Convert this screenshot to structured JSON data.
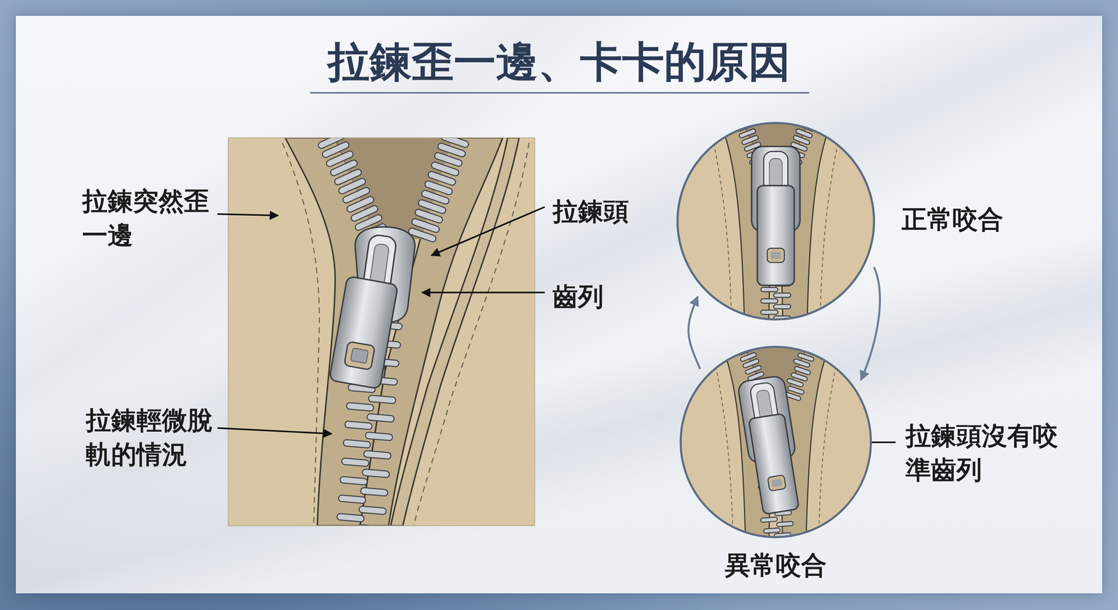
{
  "diagram": {
    "title": "拉鍊歪一邊、卡卡的原因",
    "nodes": [
      {
        "text": [
          "正常咬合"
        ]
      },
      {
        "text": [
          "異常咬合"
        ]
      }
    ],
    "edges": [
      {
        "from": 0,
        "to": 1,
        "arrow": "to"
      },
      {
        "from": 1,
        "to": 0,
        "arrow": "to"
      }
    ],
    "labels": [
      "拉鍊突然歪 一邊",
      "拉鍊頭",
      "齒列",
      "拉鍊輕微脫 軌的情況",
      "拉鍊頭沒有咬 準齒列"
    ]
  }
}
